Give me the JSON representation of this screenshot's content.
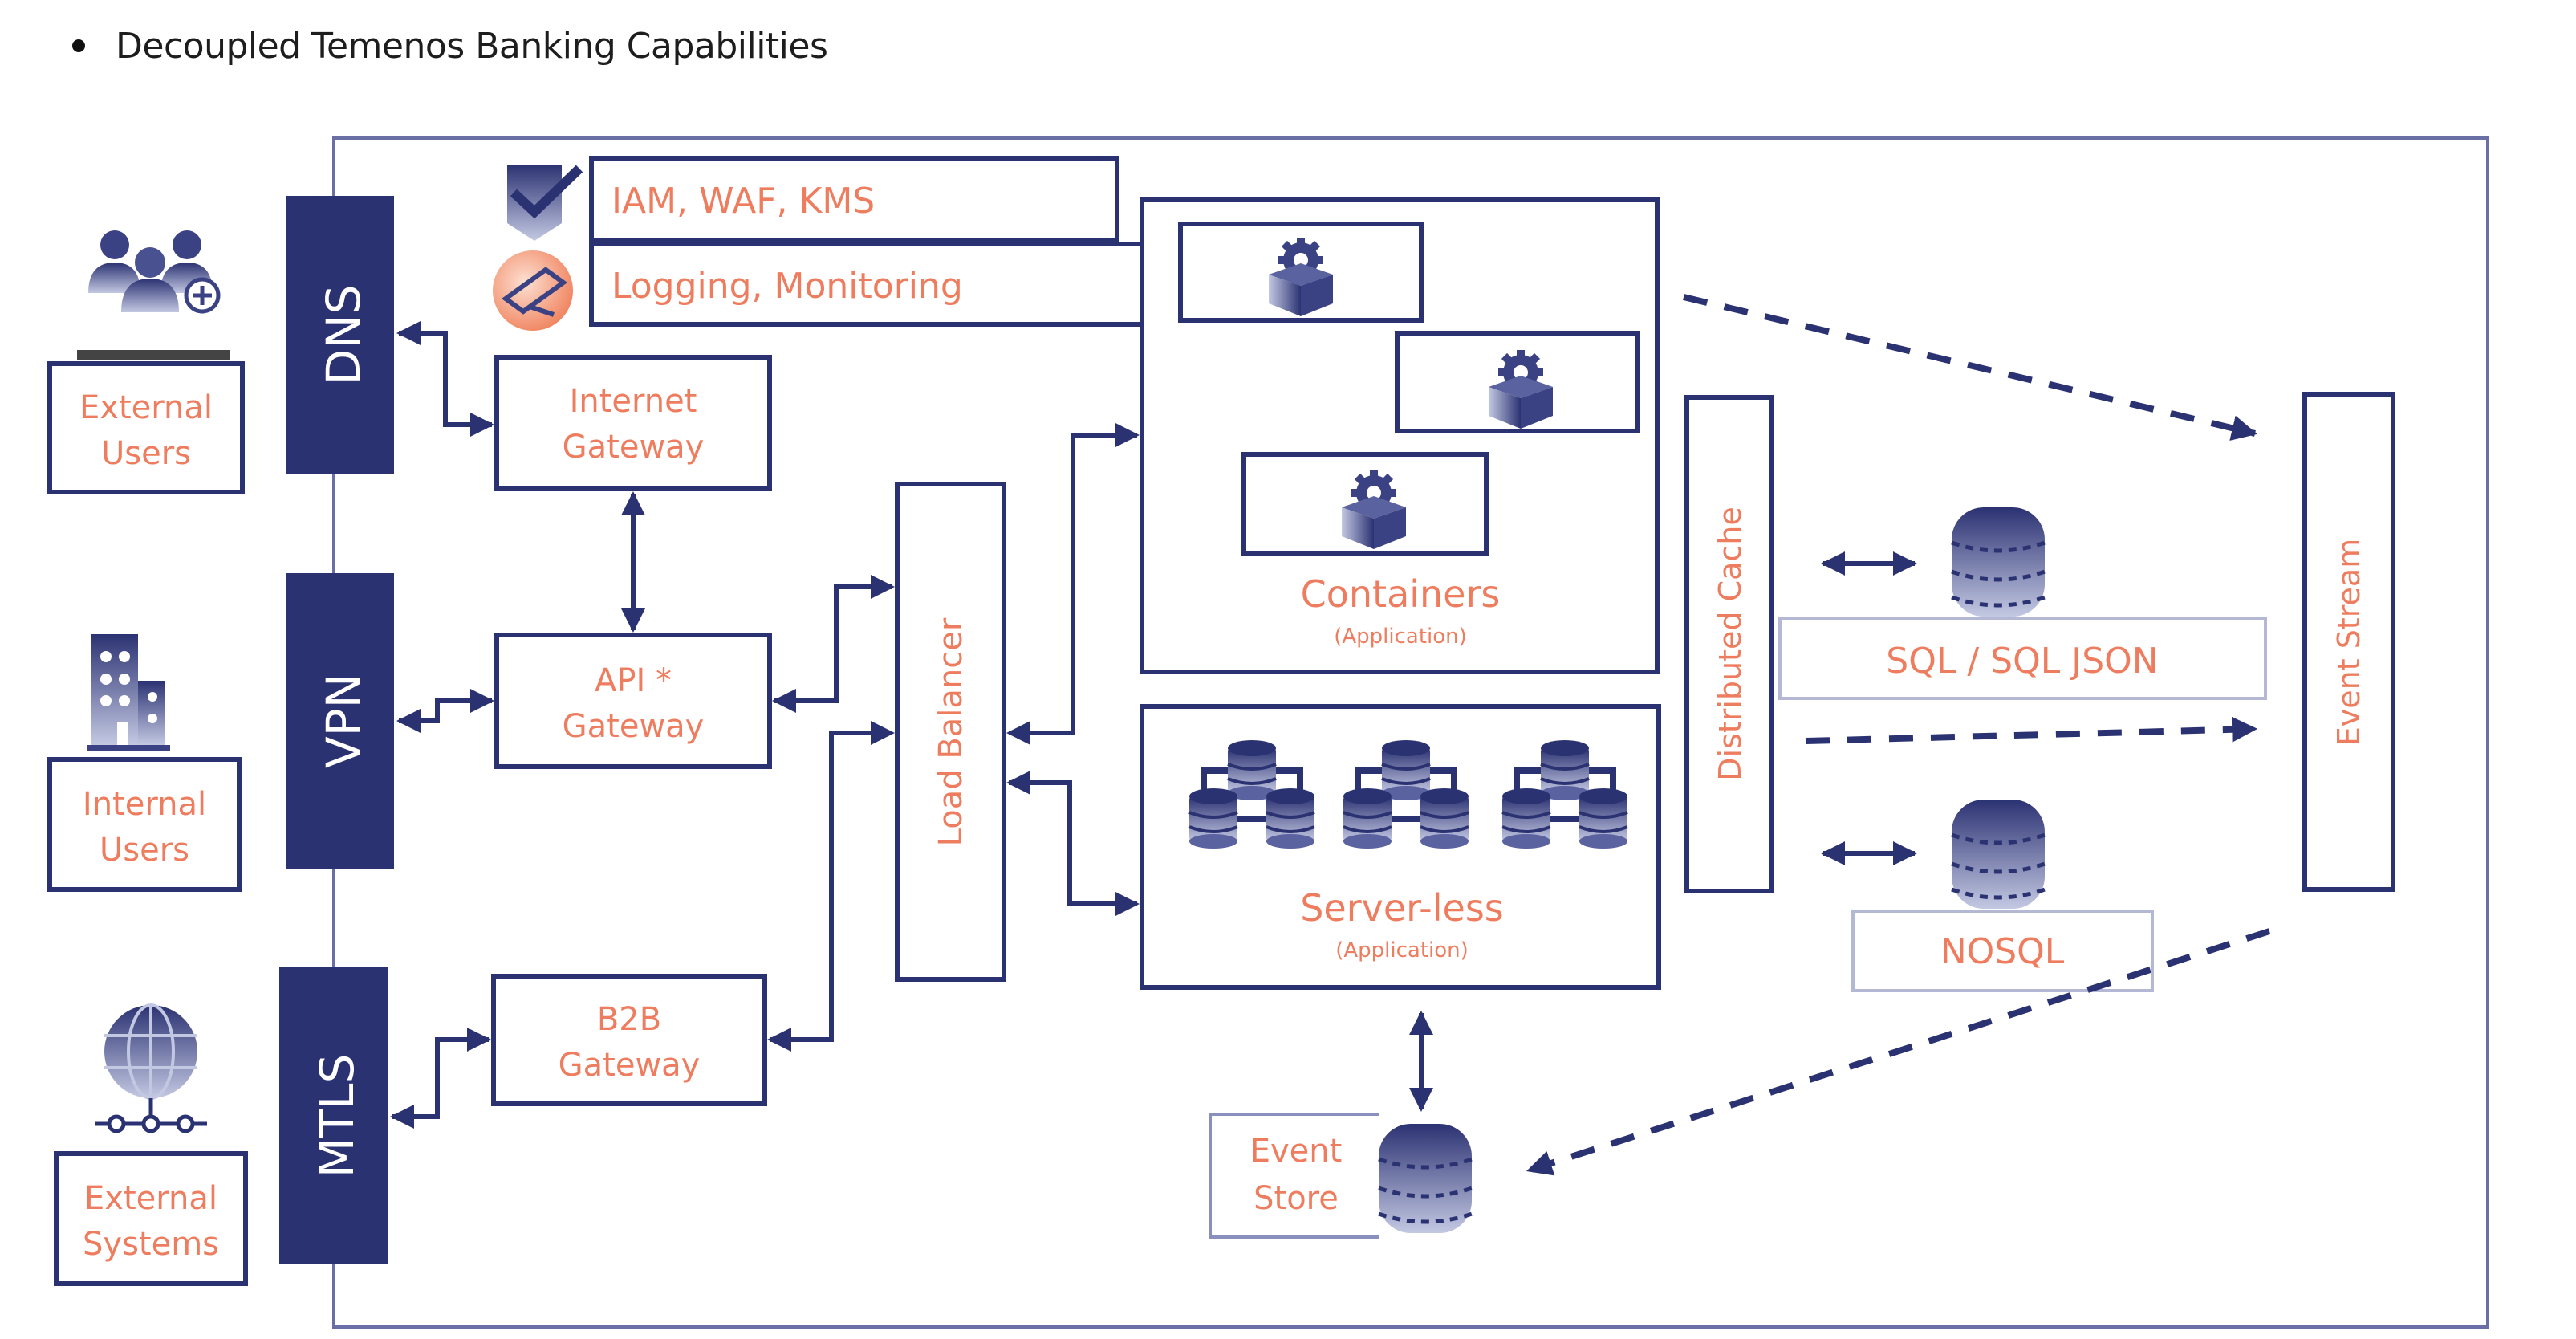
{
  "heading": {
    "bullet_text": "Decoupled Temenos Banking Capabilities"
  },
  "colors": {
    "navy": "#2b3272",
    "label_orange": "#ee7d5f",
    "icon_gradient_light": "#c3c8e2",
    "monitor_orange": "#f2916e"
  },
  "actors": {
    "external_users": [
      "External",
      "Users"
    ],
    "internal_users": [
      "Internal",
      "Users"
    ],
    "external_systems": [
      "External",
      "Systems"
    ]
  },
  "entry_points": {
    "dns": "DNS",
    "vpn": "VPN",
    "mtls": "MTLS"
  },
  "security": {
    "iam": "IAM, WAF, KMS",
    "logging": "Logging, Monitoring"
  },
  "gateways": {
    "internet": [
      "Internet",
      "Gateway"
    ],
    "api": [
      "API *",
      "Gateway"
    ],
    "b2b": [
      "B2B",
      "Gateway"
    ]
  },
  "load_balancer": "Load Balancer",
  "containers": {
    "title": "Containers",
    "subtitle": "(Application)"
  },
  "serverless": {
    "title": "Server-less",
    "subtitle": "(Application)"
  },
  "distributed_cache": "Distributed Cache",
  "databases": {
    "sql": "SQL / SQL JSON",
    "nosql": "NOSQL"
  },
  "event_stream": "Event Stream",
  "event_store": [
    "Event",
    "Store"
  ]
}
